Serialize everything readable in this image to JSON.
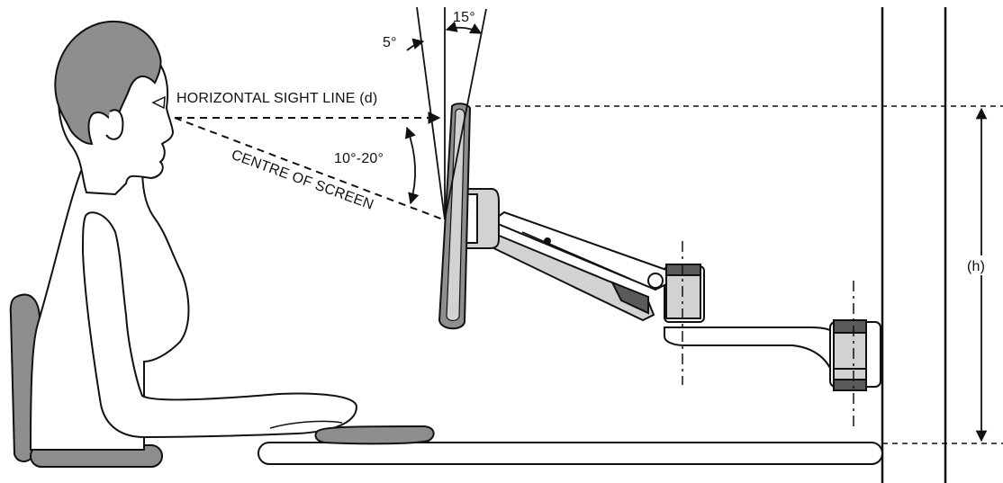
{
  "labels": {
    "tilt_back_angle": "5°",
    "tilt_forward_angle": "15°",
    "horizontal_sight_line": "HORIZONTAL SIGHT LINE (d)",
    "gaze_range": "10°-20°",
    "centre_of_screen": "CENTRE OF SCREEN",
    "height": "(h)"
  },
  "colors": {
    "outline": "#111111",
    "fill_light": "#ffffff",
    "fill_grey": "#8e8e8e",
    "fill_mid": "#d2d2d2",
    "fill_dark": "#5a5a5a"
  }
}
